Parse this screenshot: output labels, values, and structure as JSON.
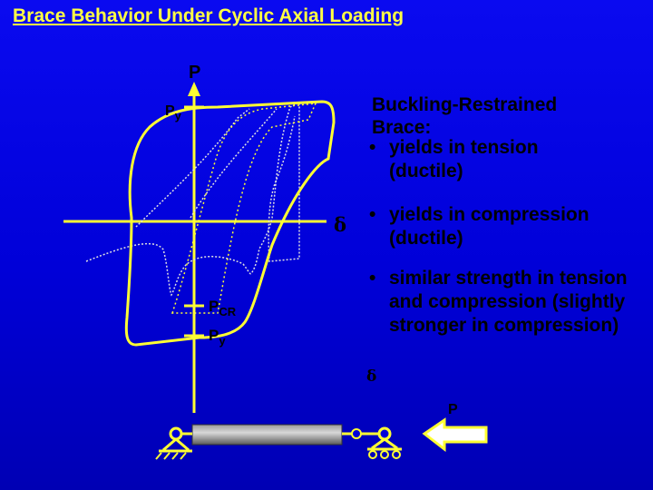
{
  "title": "Brace Behavior Under Cyclic Axial Loading",
  "axes": {
    "p_label": "P",
    "delta_label": "δ",
    "py_top": {
      "main": "P",
      "sub": "y"
    },
    "pcr": {
      "main": "P",
      "sub": "CR"
    },
    "py_bottom": {
      "main": "P",
      "sub": "y"
    }
  },
  "heading": "Buckling-Restrained Brace:",
  "bullets": [
    {
      "dot": "•",
      "text": "yields in tension (ductile)"
    },
    {
      "dot": "•",
      "text": "yields in compression (ductile)"
    },
    {
      "dot": "•",
      "text": "similar strength in tension and compression (slightly stronger in compression)"
    }
  ],
  "brace": {
    "delta_label": "δ",
    "load_label": "P"
  },
  "colors": {
    "background": "#0000d8",
    "title": "#ffff44",
    "loop": "#ffff33",
    "axis": "#ffff33",
    "dotted_curve": "#e0e0e0",
    "arrow_outline": "#ffff33"
  }
}
